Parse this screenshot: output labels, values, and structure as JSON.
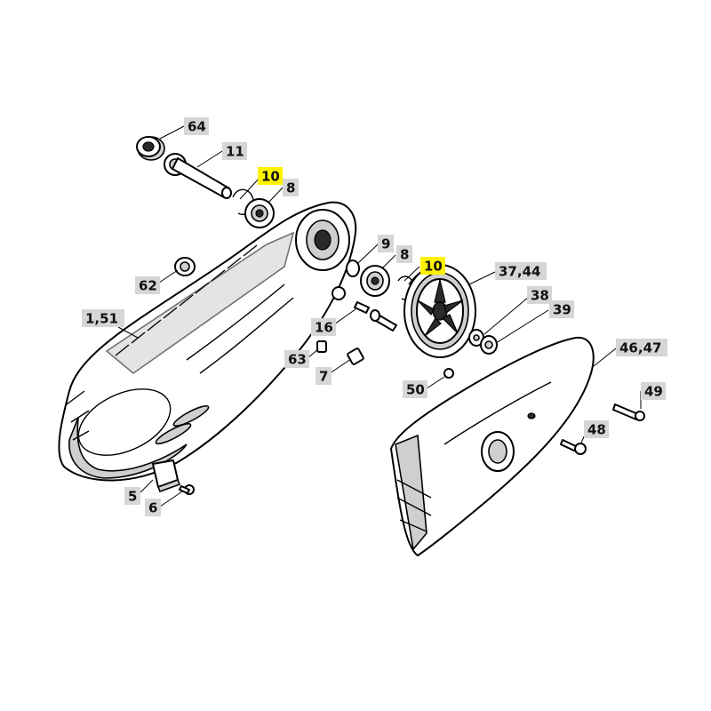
{
  "colors": {
    "label_bg": "#d6d6d6",
    "label_highlight": "#fff200",
    "part_fill": "#ffffff",
    "part_shade": "#cfcfcf",
    "line": "#000000"
  },
  "callouts": [
    {
      "id": "64",
      "text": "64",
      "highlight": false
    },
    {
      "id": "11",
      "text": "11",
      "highlight": false
    },
    {
      "id": "10a",
      "text": "10",
      "highlight": true
    },
    {
      "id": "8a",
      "text": "8",
      "highlight": false
    },
    {
      "id": "9",
      "text": "9",
      "highlight": false
    },
    {
      "id": "8b",
      "text": "8",
      "highlight": false
    },
    {
      "id": "10b",
      "text": "10",
      "highlight": true
    },
    {
      "id": "37_44",
      "text": "37,44",
      "highlight": false
    },
    {
      "id": "38",
      "text": "38",
      "highlight": false
    },
    {
      "id": "39",
      "text": "39",
      "highlight": false
    },
    {
      "id": "46_47",
      "text": "46,47",
      "highlight": false
    },
    {
      "id": "49",
      "text": "49",
      "highlight": false
    },
    {
      "id": "48",
      "text": "48",
      "highlight": false
    },
    {
      "id": "50",
      "text": "50",
      "highlight": false
    },
    {
      "id": "62",
      "text": "62",
      "highlight": false
    },
    {
      "id": "1_51",
      "text": "1,51",
      "highlight": false
    },
    {
      "id": "16",
      "text": "16",
      "highlight": false
    },
    {
      "id": "63",
      "text": "63",
      "highlight": false
    },
    {
      "id": "7",
      "text": "7",
      "highlight": false
    },
    {
      "id": "5",
      "text": "5",
      "highlight": false
    },
    {
      "id": "6",
      "text": "6",
      "highlight": false
    }
  ]
}
